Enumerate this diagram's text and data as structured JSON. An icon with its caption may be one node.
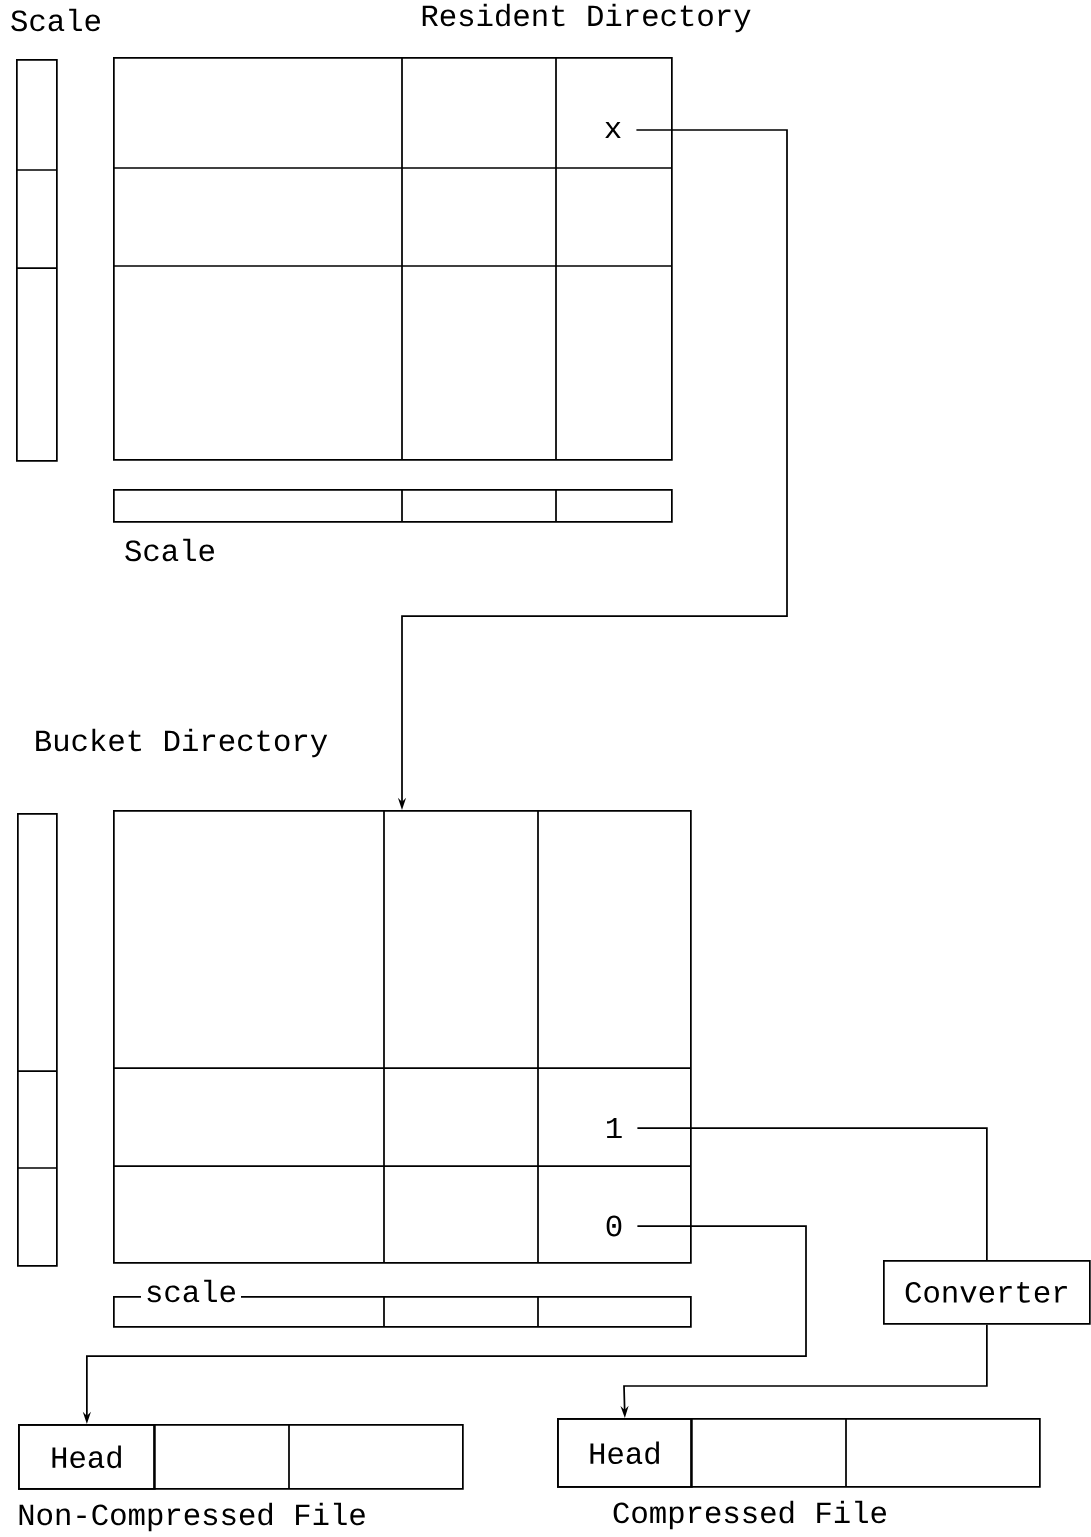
{
  "diagram": {
    "nodes": [
      {
        "text": [
          "Scale"
        ]
      },
      {
        "text": [
          "Resident Directory"
        ]
      },
      {
        "text": [
          "x"
        ],
        "in": 1
      },
      {
        "text": [
          "Scale"
        ]
      },
      {
        "text": [
          "Bucket Directory"
        ]
      },
      {
        "text": [
          "1"
        ],
        "in": 4
      },
      {
        "text": [
          "0"
        ],
        "in": 4
      },
      {
        "text": [],
        "shape": "bar"
      },
      {
        "text": [
          "scale"
        ]
      },
      {
        "text": [
          "Converter"
        ]
      },
      {
        "text": [
          "Non-Compressed File"
        ]
      },
      {
        "text": [
          "Head"
        ],
        "in": 10
      },
      {
        "text": [
          "Compressed File"
        ]
      },
      {
        "text": [
          "Head"
        ],
        "in": 12
      }
    ],
    "edges": [
      {
        "from": 2,
        "to": 4,
        "arrow": "to"
      },
      {
        "from": 5,
        "to": 9,
        "arrow": "none"
      },
      {
        "from": 9,
        "to": 13,
        "arrow": "to"
      },
      {
        "from": 6,
        "to": 11,
        "arrow": "to"
      }
    ]
  }
}
